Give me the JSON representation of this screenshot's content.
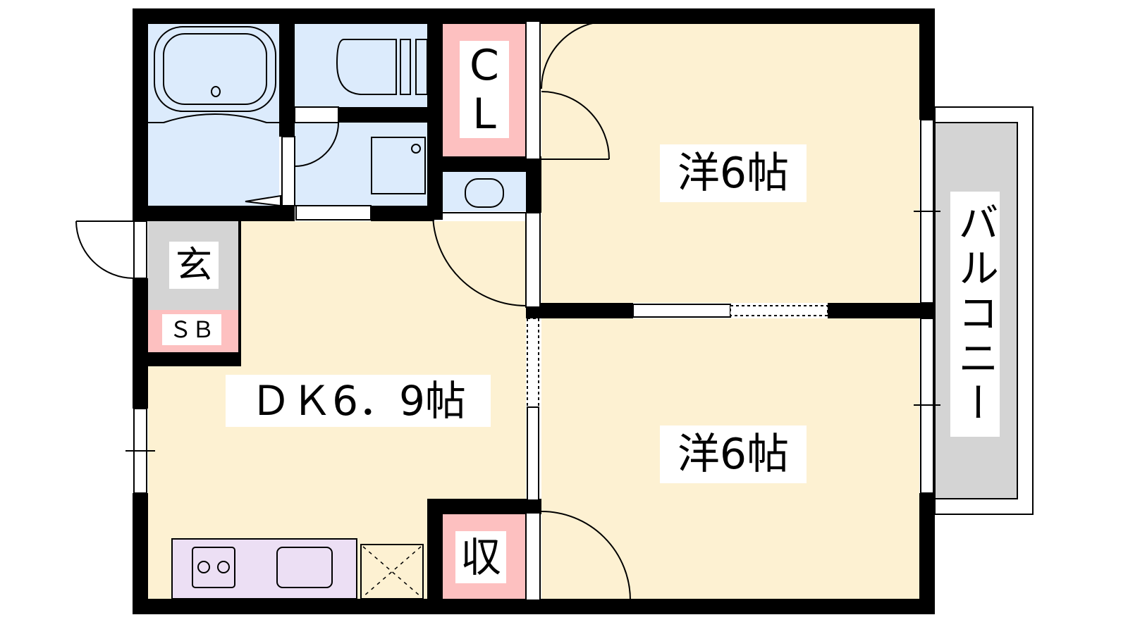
{
  "rooms": {
    "western_room_top": "洋6帖",
    "western_room_bottom": "洋6帖",
    "dining_kitchen": "ＤＫ6．9帖",
    "entrance": "玄",
    "shoe_box": "ＳＢ",
    "closet_c": "C",
    "closet_l": "L",
    "storage": "収",
    "balcony": "バルコニー"
  },
  "colors": {
    "wet_area": "#dcebfc",
    "living": "#fdf1d2",
    "storage": "#fdc0c0",
    "entrance": "#d4d4d4",
    "kitchen": "#ecdff4",
    "wall": "#000000"
  }
}
